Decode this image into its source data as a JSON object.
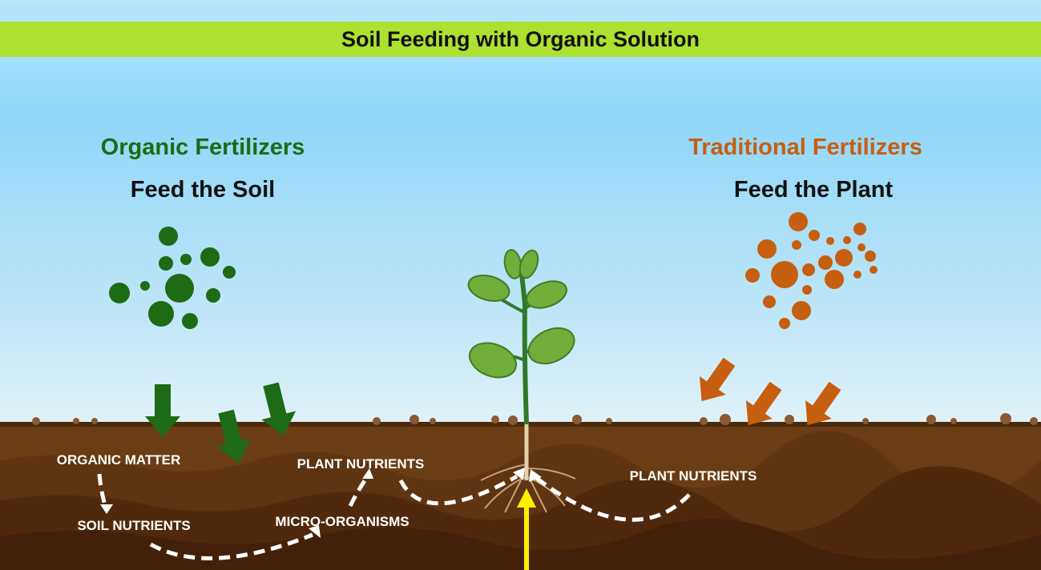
{
  "title": "Soil Feeding with Organic Solution",
  "left": {
    "heading": "Organic Fertilizers",
    "subheading": "Feed the Soil",
    "color": "#1d6b14"
  },
  "right": {
    "heading": "Traditional Fertilizers",
    "subheading": "Feed the Plant",
    "color": "#c65f10"
  },
  "soil_labels": {
    "organic_matter": "ORGANIC MATTER",
    "soil_nutrients": "SOIL NUTRIENTS",
    "micro_organisms": "MICRO-ORGANISMS",
    "plant_nutrients_left": "PLANT NUTRIENTS",
    "plant_nutrients_right": "PLANT NUTRIENTS"
  },
  "colors": {
    "title_bar": "#aee031",
    "soil": "#5b3412",
    "uptake_arrow": "#ffee00"
  }
}
